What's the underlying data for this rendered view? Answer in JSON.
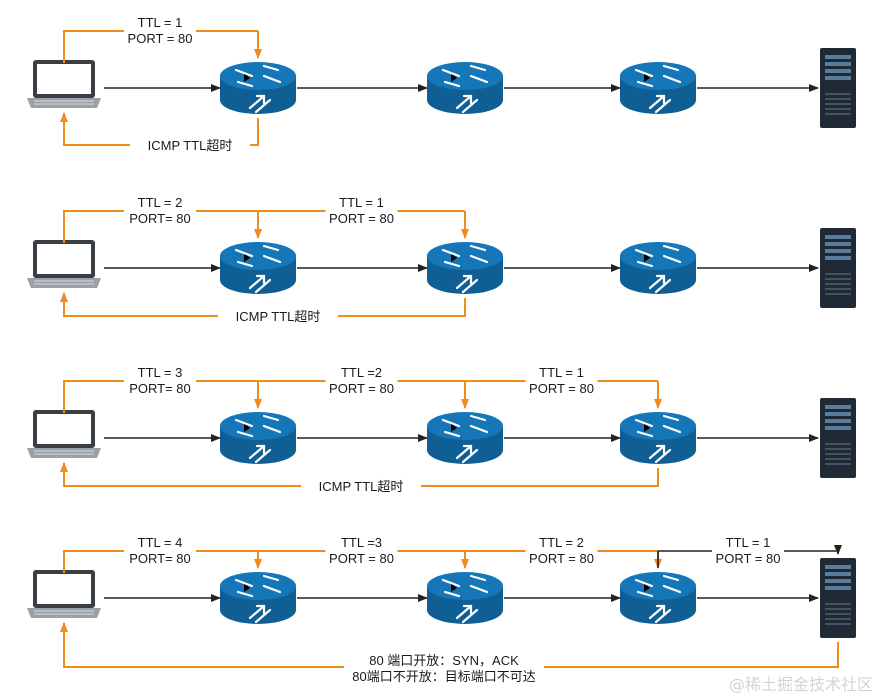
{
  "colors": {
    "orange": "#f08c1e",
    "router": "#1677b8",
    "arrow": "#222222",
    "server": "#1f2a36"
  },
  "icons": {
    "client": "laptop-icon",
    "hop": "router-icon",
    "target": "server-icon"
  },
  "rows": [
    {
      "ttl_labels": [
        [
          "TTL = 1",
          "PORT = 80"
        ]
      ],
      "reply": [
        "ICMP TTL超时"
      ]
    },
    {
      "ttl_labels": [
        [
          "TTL = 2",
          "PORT= 80"
        ],
        [
          "TTL = 1",
          "PORT = 80"
        ]
      ],
      "reply": [
        "ICMP TTL超时"
      ]
    },
    {
      "ttl_labels": [
        [
          "TTL = 3",
          "PORT= 80"
        ],
        [
          "TTL =2",
          "PORT = 80"
        ],
        [
          "TTL = 1",
          "PORT = 80"
        ]
      ],
      "reply": [
        "ICMP TTL超时"
      ]
    },
    {
      "ttl_labels": [
        [
          "TTL = 4",
          "PORT= 80"
        ],
        [
          "TTL =3",
          "PORT = 80"
        ],
        [
          "TTL = 2",
          "PORT = 80"
        ],
        [
          "TTL = 1",
          "PORT = 80"
        ]
      ],
      "reply": [
        "80 端口开放：SYN，ACK",
        "80端口不开放：目标端口不可达"
      ]
    }
  ],
  "watermark": "@稀土掘金技术社区"
}
